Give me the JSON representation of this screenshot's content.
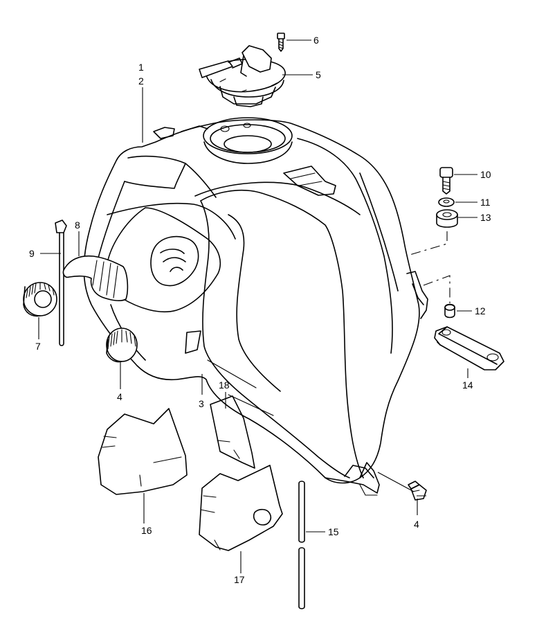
{
  "callouts": [
    {
      "id": "c1",
      "text": "1"
    },
    {
      "id": "c2",
      "text": "2"
    },
    {
      "id": "c3",
      "text": "3"
    },
    {
      "id": "c4a",
      "text": "4"
    },
    {
      "id": "c4b",
      "text": "4"
    },
    {
      "id": "c5",
      "text": "5"
    },
    {
      "id": "c6",
      "text": "6"
    },
    {
      "id": "c7",
      "text": "7"
    },
    {
      "id": "c8",
      "text": "8"
    },
    {
      "id": "c9",
      "text": "9"
    },
    {
      "id": "c10",
      "text": "10"
    },
    {
      "id": "c11",
      "text": "11"
    },
    {
      "id": "c12",
      "text": "12"
    },
    {
      "id": "c13",
      "text": "13"
    },
    {
      "id": "c14",
      "text": "14"
    },
    {
      "id": "c15",
      "text": "15"
    },
    {
      "id": "c16",
      "text": "16"
    },
    {
      "id": "c17",
      "text": "17"
    },
    {
      "id": "c18",
      "text": "18"
    }
  ]
}
